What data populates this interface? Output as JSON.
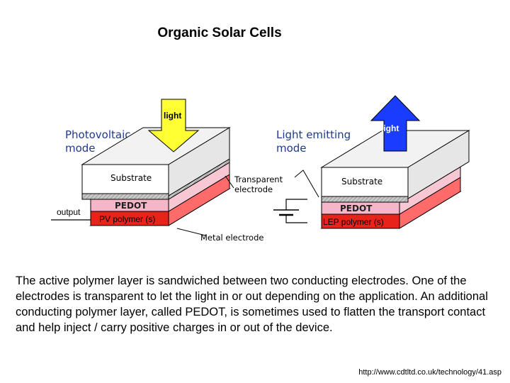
{
  "title": "Organic Solar Cells",
  "left_mode": {
    "line1": "Photovoltaic",
    "line2": "mode"
  },
  "right_mode": {
    "line1": "Light emitting",
    "line2": "mode"
  },
  "labels": {
    "light_in": "light",
    "light_out": "light",
    "substrate_left": "Substrate",
    "substrate_right": "Substrate",
    "pedot_left": "PEDOT",
    "pedot_right": "PEDOT",
    "pv_polymer": "PV polymer (s)",
    "lep_polymer": "LEP polymer (s)",
    "output": "output",
    "transparent_electrode_line1": "Transparent",
    "transparent_electrode_line2": "electrode",
    "metal_electrode": "Metal electrode"
  },
  "colors": {
    "light_in_arrow": "#ffff33",
    "light_out_arrow": "#1a3cff",
    "substrate_fill": "#ffffff",
    "pedot_fill": "#f4b6c8",
    "polymer_fill": "#e8231a",
    "transparent_electrode": "#d9d9d9",
    "metal_electrode": "#a6a6a6",
    "mode_text": "#1f3a8a"
  },
  "description": "The active polymer layer is sandwiched between two conducting electrodes. One of the electrodes is transparent to let the light in or out depending on the application. An additional conducting polymer layer, called PEDOT, is sometimes used to flatten the transport contact and help inject / carry positive charges in or out of the device.",
  "source": "http://www.cdtltd.co.uk/technology/41.asp"
}
